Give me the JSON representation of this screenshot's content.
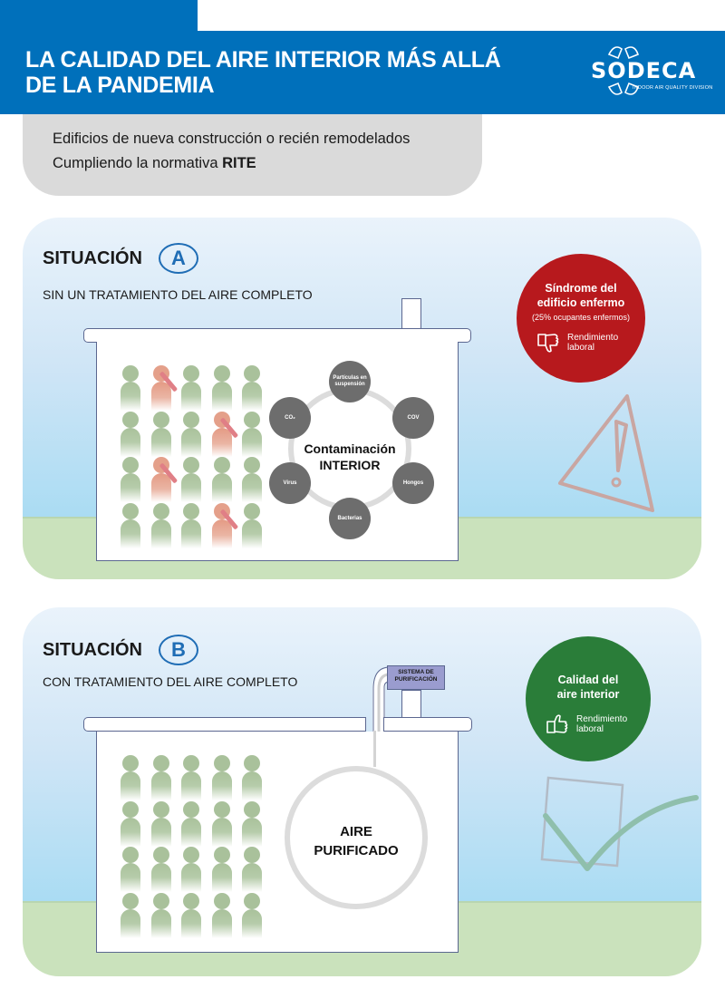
{
  "header": {
    "title_line1": "LA CALIDAD DEL AIRE INTERIOR MÁS ALLÁ",
    "title_line2": "DE LA PANDEMIA",
    "brand": "SODECA",
    "brand_subtitle": "INDOOR AIR QUALITY DIVISION",
    "brand_color": "#0070bb"
  },
  "intro": {
    "line1": "Edificios de nueva construcción o recién remodelados",
    "line2_prefix": "Cumpliendo la normativa ",
    "line2_bold": "RITE"
  },
  "situation_a": {
    "label": "SITUACIÓN",
    "badge": "A",
    "description": "SIN UN TRATAMIENTO DEL AIRE COMPLETO",
    "occupants": {
      "rows": 4,
      "cols": 5,
      "sick": [
        [
          0,
          1
        ],
        [
          1,
          3
        ],
        [
          2,
          1
        ],
        [
          3,
          3
        ]
      ]
    },
    "contamination": {
      "center_line1": "Contaminación",
      "center_line2": "INTERIOR",
      "sources": [
        "Partículas en suspensión",
        "COV",
        "Hongos",
        "Bacterias",
        "Virus",
        "CO₂"
      ]
    },
    "status": {
      "title_line1": "Síndrome del",
      "title_line2": "edificio enfermo",
      "note": "(25% ocupantes enfermos)",
      "perf_line1": "Rendimiento",
      "perf_line2": "laboral",
      "perf_icon": "thumbs-down-icon",
      "color": "#b7191d"
    },
    "decor_icon": "warning-triangle-icon"
  },
  "situation_b": {
    "label": "SITUACIÓN",
    "badge": "B",
    "description": "CON TRATAMIENTO DEL AIRE COMPLETO",
    "system_line1": "SISTEMA DE",
    "system_line2": "PURIFICACIÓN",
    "occupants": {
      "rows": 4,
      "cols": 5,
      "sick": []
    },
    "purified_line1": "AIRE",
    "purified_line2": "PURIFICADO",
    "status": {
      "title_line1": "Calidad del",
      "title_line2": "aire interior",
      "perf_line1": "Rendimiento",
      "perf_line2": "laboral",
      "perf_icon": "thumbs-up-icon",
      "color": "#2a7d39"
    },
    "decor_icon": "checkmark-icon"
  }
}
